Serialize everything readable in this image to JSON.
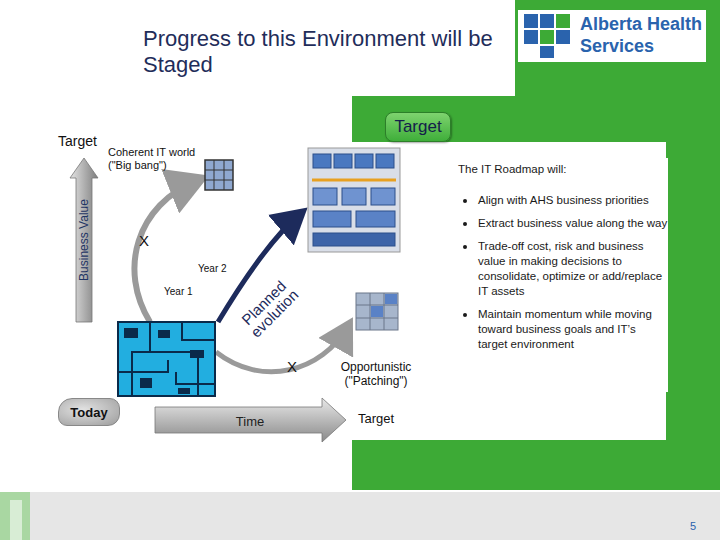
{
  "diagram": {
    "title": "Progress to this Environment will be Staged",
    "nodes": [
      {
        "text": [
          "Target"
        ]
      },
      {
        "text": [
          "The IT Roadmap will:",
          "Align with AHS business priorities",
          "Extract business value along the way",
          "Trade-off cost, risk and business value in making decisions to consolidate, optimize or add/replace IT assets",
          "Maintain momentum while moving toward business goals and IT’s target environment"
        ]
      },
      {
        "text": [
          "Today"
        ]
      }
    ],
    "labels": [
      "Alberta Health Services",
      "Target",
      "Coherent IT world (\"Big bang\")",
      "Business Value",
      "X",
      "Year 2",
      "Year 1",
      "Planned evolution",
      "X",
      "Opportunistic (\"Patching\")",
      "Time",
      "Target",
      "5"
    ]
  }
}
